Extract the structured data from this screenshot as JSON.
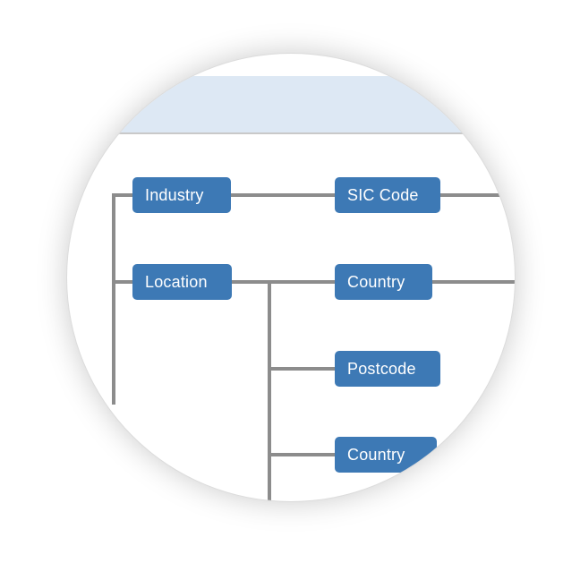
{
  "theme": {
    "background": "#ffffff",
    "circle_fill": "#ffffff",
    "header_fill": "#dde8f4",
    "header_divider": "#c9c9c9",
    "node_fill": "#3d79b5",
    "node_text_color": "#ffffff",
    "connector_color": "#8c8c8c"
  },
  "diagram": {
    "description": "Circular vignette showing a filter-criteria tree diagram",
    "nodes": [
      {
        "id": "industry",
        "label": "Industry"
      },
      {
        "id": "sic-code",
        "label": "SIC Code"
      },
      {
        "id": "location",
        "label": "Location"
      },
      {
        "id": "country",
        "label": "Country"
      },
      {
        "id": "postcode",
        "label": "Postcode"
      },
      {
        "id": "country-2",
        "label": "Country"
      }
    ],
    "edges": [
      {
        "from": "root",
        "to": "industry"
      },
      {
        "from": "root",
        "to": "location"
      },
      {
        "from": "industry",
        "to": "sic-code"
      },
      {
        "from": "location",
        "to": "country"
      },
      {
        "from": "location",
        "to": "postcode"
      },
      {
        "from": "location",
        "to": "country-2"
      }
    ]
  }
}
